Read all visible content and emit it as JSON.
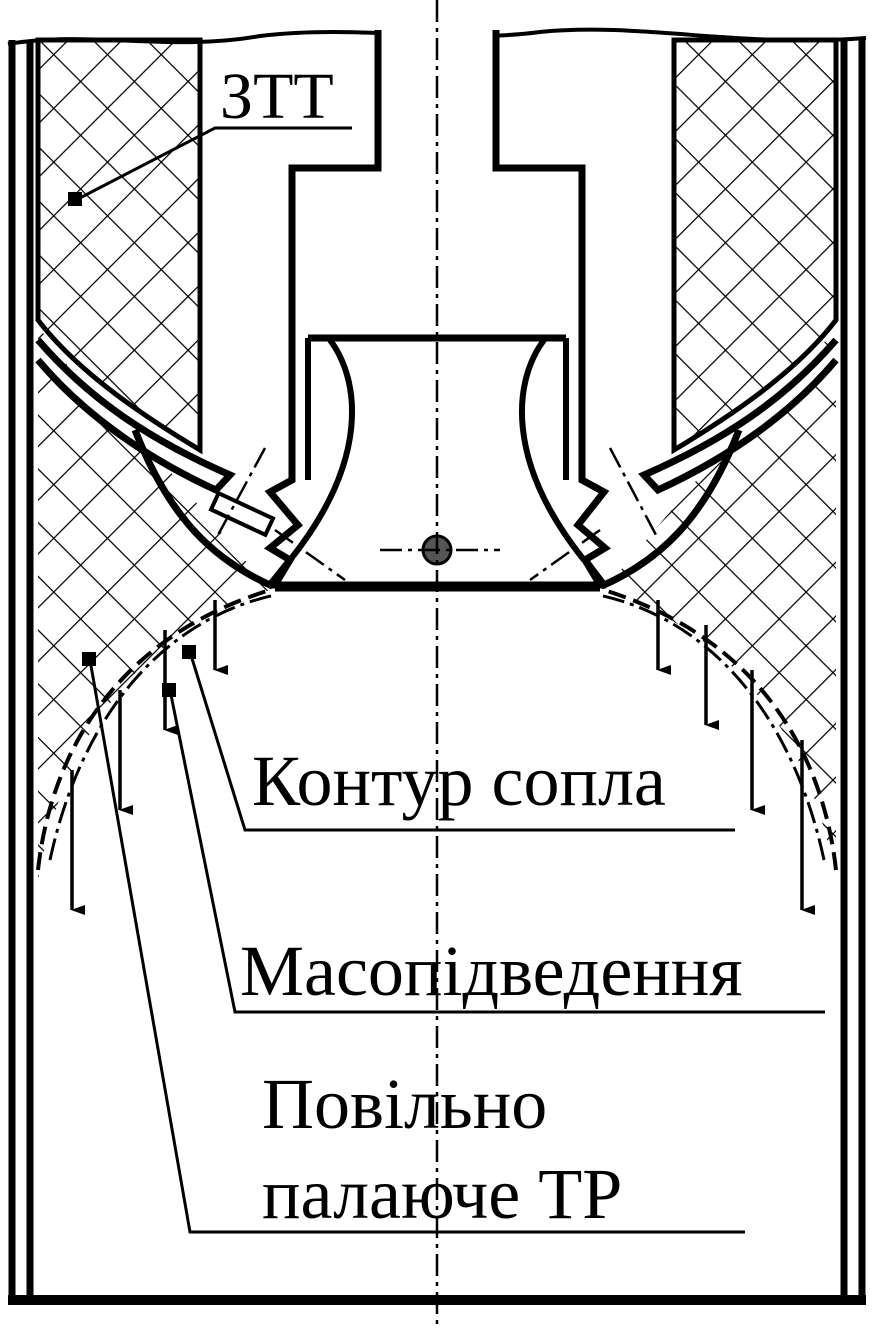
{
  "labels": {
    "ztt": "ЗТТ",
    "nozzle_contour": "Контур сопла",
    "mass_supply": "Масопідведення",
    "slow_burning_line1": "Повільно",
    "slow_burning_line2": "палаюче ТР"
  },
  "colors": {
    "ink": "#000000",
    "background": "#ffffff"
  }
}
